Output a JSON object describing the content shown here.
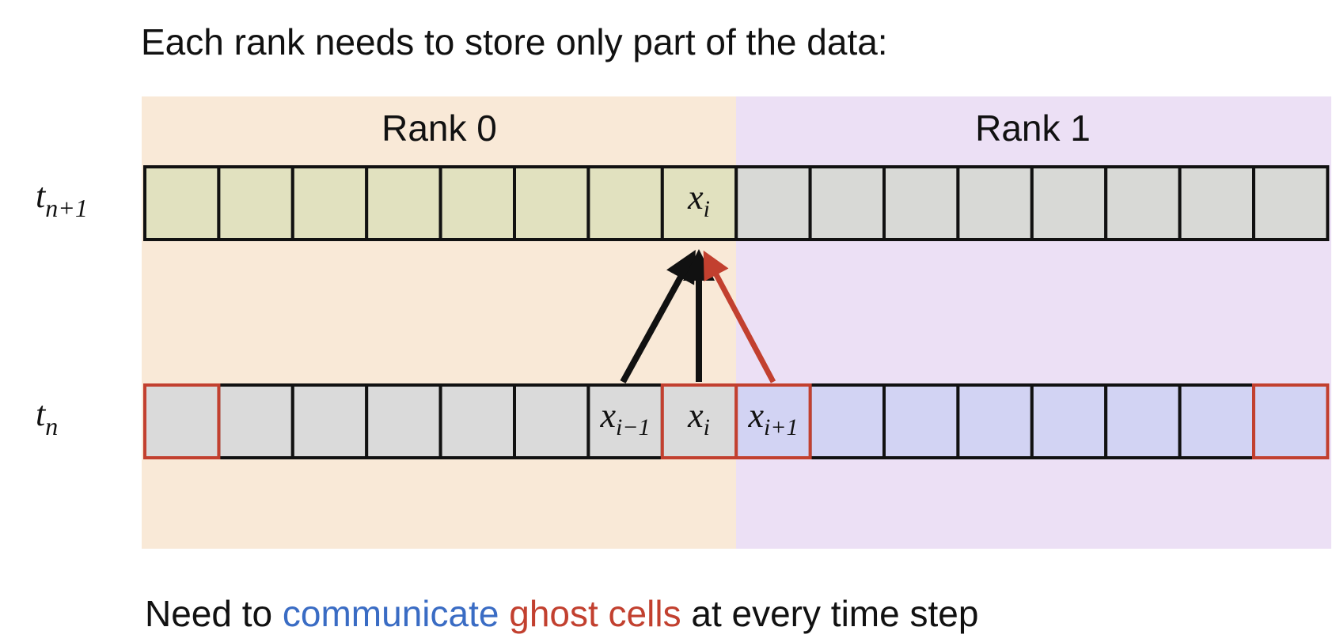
{
  "heading": "Each rank needs to store only part of the data:",
  "ranks": [
    {
      "label": "Rank 0",
      "color": "#f9e9d7"
    },
    {
      "label": "Rank 1",
      "color": "#ece0f5"
    }
  ],
  "time_labels": {
    "next": {
      "base": "t",
      "sub": "n+1"
    },
    "current": {
      "base": "t",
      "sub": "n"
    }
  },
  "cell_labels": {
    "next_xi": {
      "base": "x",
      "sub": "i"
    },
    "cur_xim1": {
      "base": "x",
      "sub": "i−1"
    },
    "cur_xi": {
      "base": "x",
      "sub": "i"
    },
    "cur_xip1": {
      "base": "x",
      "sub": "i+1"
    }
  },
  "colors": {
    "rank0_cell_next": "#e1e1bf",
    "rank1_cell_next": "#d8d9d6",
    "rank0_cell_current": "#dadada",
    "rank1_cell_current": "#d2d3f3",
    "border": "#111111",
    "ghost_border": "#c2402f",
    "arrow_black": "#111111",
    "arrow_red": "#c2402f",
    "communicate": "#3a6cc4",
    "ghost_cells": "#c2402f"
  },
  "footer": {
    "part1": "Need to ",
    "communicate": "communicate",
    "space": " ",
    "ghost_cells": "ghost cells",
    "part2": " at every time step"
  }
}
